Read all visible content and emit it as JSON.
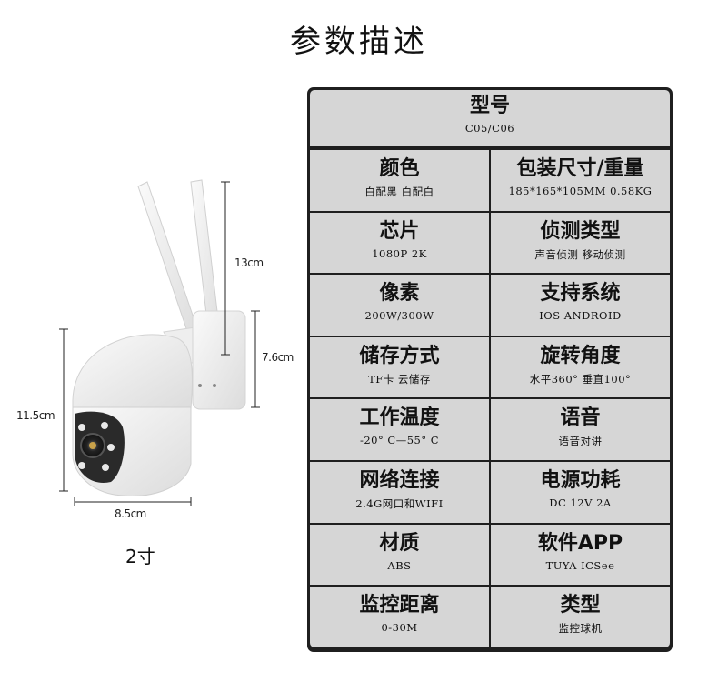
{
  "title": "参数描述",
  "camera": {
    "dims": {
      "antenna_height": "13cm",
      "mount_height": "7.6cm",
      "body_height": "11.5cm",
      "body_width": "8.5cm"
    },
    "size_label": "2寸"
  },
  "specs": {
    "top": {
      "label": "型号",
      "value": "C05/C06"
    },
    "rows": [
      [
        {
          "label": "颜色",
          "value": "白配黑  白配白"
        },
        {
          "label": "包装尺寸/重量",
          "value": "185*165*105MM  0.58KG"
        }
      ],
      [
        {
          "label": "芯片",
          "value": "1080P  2K"
        },
        {
          "label": "侦测类型",
          "value": "声音侦测  移动侦测"
        }
      ],
      [
        {
          "label": "像素",
          "value": "200W/300W"
        },
        {
          "label": "支持系统",
          "value": "IOS  ANDROID"
        }
      ],
      [
        {
          "label": "储存方式",
          "value": "TF卡  云储存"
        },
        {
          "label": "旋转角度",
          "value": "水平360°  垂直100°"
        }
      ],
      [
        {
          "label": "工作温度",
          "value": "-20° C—55° C"
        },
        {
          "label": "语音",
          "value": "语音对讲"
        }
      ],
      [
        {
          "label": "网络连接",
          "value": "2.4G网口和WIFI"
        },
        {
          "label": "电源功耗",
          "value": "DC  12V  2A"
        }
      ],
      [
        {
          "label": "材质",
          "value": "ABS"
        },
        {
          "label": "软件APP",
          "value": "TUYA  ICSee"
        }
      ],
      [
        {
          "label": "监控距离",
          "value": "0-30M"
        },
        {
          "label": "类型",
          "value": "监控球机"
        }
      ]
    ]
  }
}
